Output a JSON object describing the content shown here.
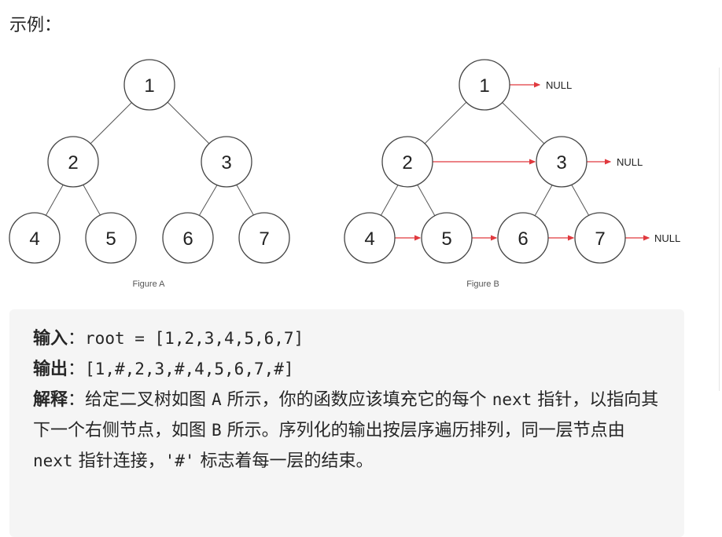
{
  "heading": "示例：",
  "figure_a": {
    "caption": "Figure A",
    "nodes": [
      "1",
      "2",
      "3",
      "4",
      "5",
      "6",
      "7"
    ]
  },
  "figure_b": {
    "caption": "Figure B",
    "nodes": [
      "1",
      "2",
      "3",
      "4",
      "5",
      "6",
      "7"
    ],
    "null_label": "NULL"
  },
  "example": {
    "input_label": "输入",
    "colon": "：",
    "input_value": "root = [1,2,3,4,5,6,7]",
    "output_label": "输出",
    "output_value": "[1,#,2,3,#,4,5,6,7,#]",
    "explain_label": "解释",
    "explain_1": "给定二叉树如图 ",
    "explain_2": "A",
    "explain_3": " 所示，你的函数应该填充它的每个 ",
    "explain_4": "next",
    "explain_5": " 指针，以指向其下一个右侧节点，如图 ",
    "explain_6": "B",
    "explain_7": " 所示。序列化的输出按层序遍历排列，同一层节点由 ",
    "explain_8": "next",
    "explain_9": " 指针连接，",
    "explain_10": "'#'",
    "explain_11": " 标志着每一层的结束。"
  }
}
